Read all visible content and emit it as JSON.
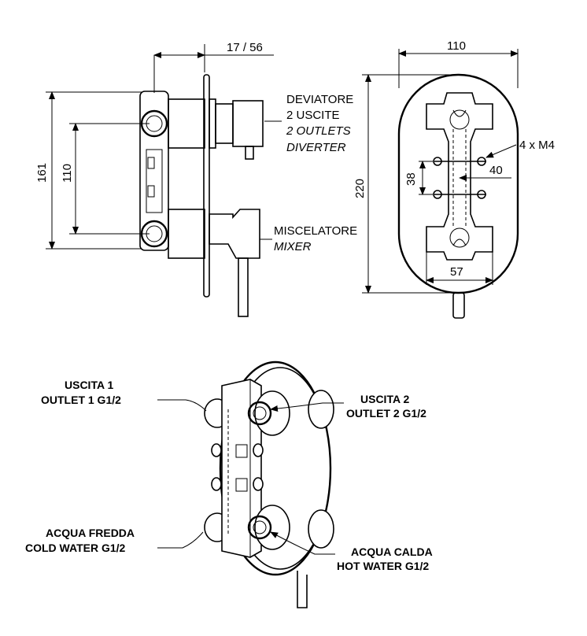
{
  "side_view": {
    "dim_top": "17 / 56",
    "dim_left_outer": "161",
    "dim_left_inner": "110",
    "diverter_label": [
      "DEVIATORE",
      "2 USCITE"
    ],
    "diverter_label_en": [
      "2 OUTLETS",
      "DIVERTER"
    ],
    "mixer_label": "MISCELATORE",
    "mixer_label_en": "MIXER"
  },
  "front_view": {
    "dim_top": "110",
    "dim_height": "220",
    "dim_screws_v": "38",
    "dim_screws_h": "40",
    "dim_bottom": "57",
    "screw_label": "4 x M4"
  },
  "iso_view": {
    "outlet1": [
      "USCITA 1",
      "OUTLET 1   G1/2"
    ],
    "outlet2": [
      "USCITA 2",
      "OUTLET 2  G1/2"
    ],
    "cold": [
      "ACQUA FREDDA",
      "COLD WATER  G1/2"
    ],
    "hot": [
      "ACQUA CALDA",
      "HOT WATER G1/2"
    ]
  }
}
